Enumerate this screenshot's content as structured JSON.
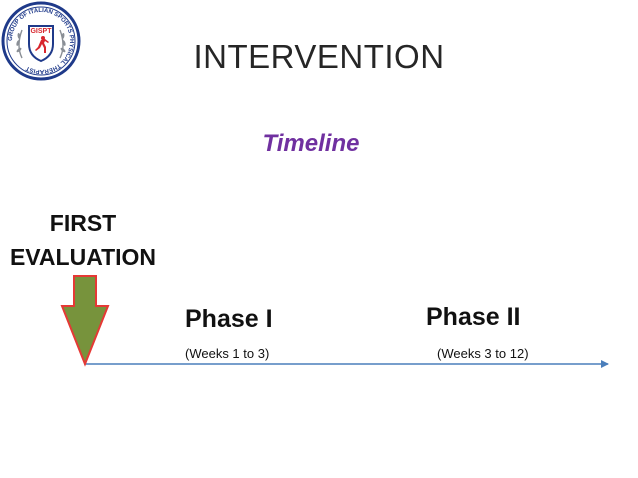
{
  "logo": {
    "ring_text": "GROUP OF ITALIAN SPORTS PHYSICAL THERAPIST",
    "center_text": "GISPT",
    "colors": {
      "navy": "#1f3a8a",
      "red": "#d8262d",
      "laurel": "#8a8f96"
    }
  },
  "slide": {
    "title": "INTERVENTION",
    "subtitle": "Timeline"
  },
  "markers": {
    "first_evaluation": "FIRST EVALUATION",
    "arrow_fill": "#77933c",
    "arrow_stroke": "#e53935"
  },
  "timeline": {
    "line_color": "#4a7ebb",
    "phases": [
      {
        "label": "Phase I",
        "weeks": "(Weeks 1 to 3)"
      },
      {
        "label": "Phase II",
        "weeks": "(Weeks 3 to 12)"
      }
    ]
  },
  "colors": {
    "title": "#262626",
    "subtitle": "#7030a0"
  }
}
